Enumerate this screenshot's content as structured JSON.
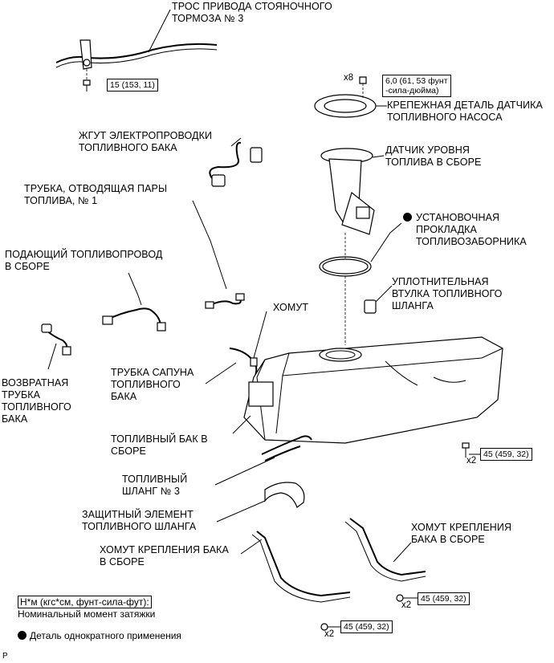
{
  "labels": {
    "parking_brake_cable": "ТРОС ПРИВОДА СТОЯНОЧНОГО\nТОРМОЗА № 3",
    "fuel_pump_gauge_retainer": "КРЕПЕЖНАЯ ДЕТАЛЬ ДАТЧИКА\nТОПЛИВНОГО НАСОСА",
    "wire_harness": "ЖГУТ ЭЛЕКТРОПРОВОДКИ\nТОПЛИВНОГО БАКА",
    "fuel_level_sender": "ДАТЧИК УРОВНЯ\nТОПЛИВА В СБОРЕ",
    "vapor_tube": "ТРУБКА, ОТВОДЯЩАЯ ПАРЫ\nТОПЛИВА, № 1",
    "suction_gasket": "УСТАНОВОЧНАЯ\nПРОКЛАДКА\nТОПЛИВОЗАБОРНИКА",
    "main_tube": "ПОДАЮЩИЙ ТОПЛИВОПРОВОД\nВ СБОРЕ",
    "hose_grommet": "УПЛОТНИТЕЛЬНАЯ\nВТУЛКА ТОПЛИВНОГО\nШЛАНГА",
    "clamp": "ХОМУТ",
    "return_tube": "ВОЗВРАТНАЯ\nТРУБКА\nТОПЛИВНОГО\nБАКА",
    "breather_tube": "ТРУБКА САПУНА\nТОПЛИВНОГО\nБАКА",
    "tank_assy": "ТОПЛИВНЫЙ БАК В\nСБОРЕ",
    "fuel_hose_3": "ТОПЛИВНЫЙ\nШЛАНГ № 3",
    "hose_protector": "ЗАЩИТНЫЙ ЭЛЕМЕНТ\nТОПЛИВНОГО ШЛАНГА",
    "band_right": "ХОМУТ КРЕПЛЕНИЯ\nБАКА В СБОРЕ",
    "band_left": "ХОМУТ КРЕПЛЕНИЯ БАКА\nВ СБОРЕ"
  },
  "torques": {
    "brake_cable_bolt": "15 (153, 11)",
    "retainer_screw": "6,0 (61, 53 фунт\n-сила-дюйма)",
    "tank_bolt": "45 (459, 32)",
    "band_right_bolt": "45 (459, 32)",
    "band_left_bolt": "45 (459, 32)"
  },
  "quantities": {
    "retainer_screw": "x8",
    "tank_bolt": "x2",
    "band_right_bolt": "x2",
    "band_left_bolt": "x2"
  },
  "legend": {
    "unit_key": "Н*м (кгс*см, фунт-сила-фут):",
    "unit_desc": "Номинальный момент затяжки",
    "nonreusable": "Деталь однократного применения"
  },
  "corner_mark": "P"
}
